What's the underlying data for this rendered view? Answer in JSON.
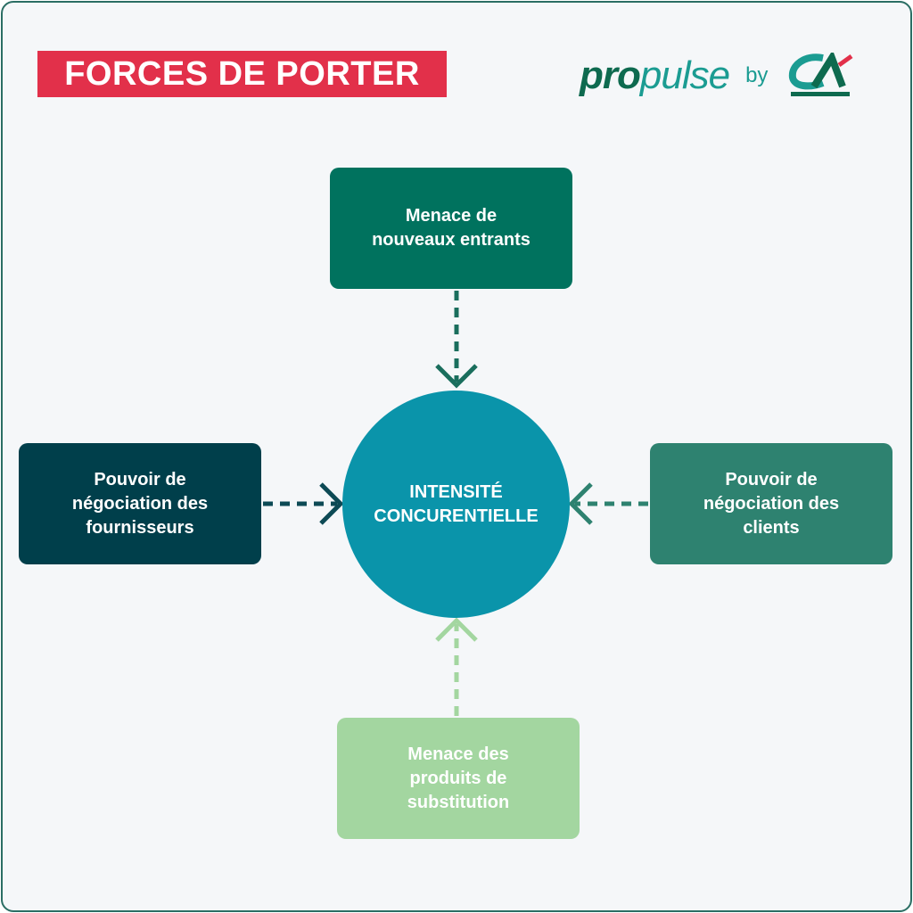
{
  "title": "FORCES DE PORTER",
  "logo": {
    "brand_bold": "pro",
    "brand_light": "pulse",
    "by": "by",
    "partner": "CA"
  },
  "center": {
    "line1": "INTENSITÉ",
    "line2": "CONCURENTIELLE"
  },
  "forces": {
    "top": {
      "line1": "Menace de",
      "line2": "nouveaux entrants"
    },
    "left": {
      "line1": "Pouvoir de",
      "line2": "négociation des",
      "line3": "fournisseurs"
    },
    "right": {
      "line1": "Pouvoir de",
      "line2": "négociation des",
      "line3": "clients"
    },
    "bottom": {
      "line1": "Menace des",
      "line2": "produits de",
      "line3": "substitution"
    }
  },
  "colors": {
    "title": "#e2304a",
    "top": "#00725e",
    "left": "#003f4b",
    "right": "#2e8270",
    "bottom": "#a3d6a0",
    "center": "#0a94aa"
  }
}
